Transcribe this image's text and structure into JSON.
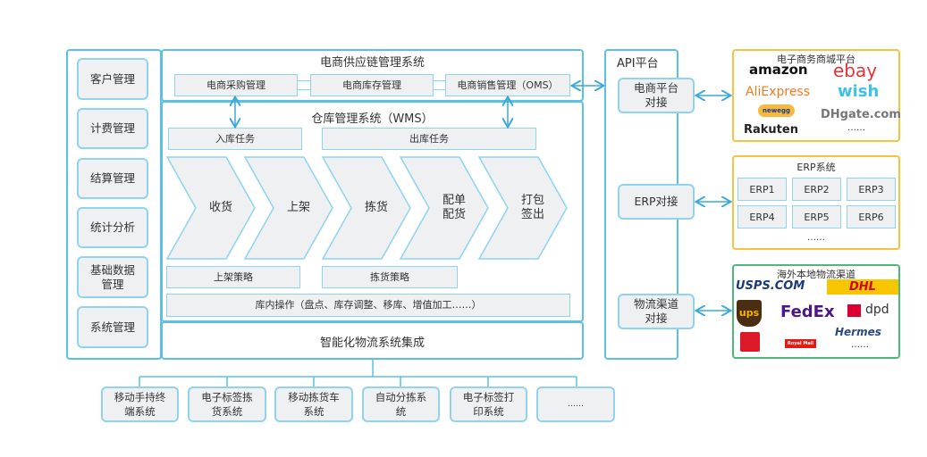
{
  "left_modules": [
    "客户管理",
    "计费管理",
    "结算管理",
    "统计分析",
    "基础数据\n管理",
    "系统管理"
  ],
  "scm": {
    "title": "电商供应链管理系统",
    "modules": [
      "电商采购管理",
      "电商库存管理",
      "电商销售管理（OMS）"
    ]
  },
  "wms": {
    "title": "仓库管理系统（WMS）",
    "inbound": "入库任务",
    "outbound": "出库任务",
    "steps": [
      "收货",
      "上架",
      "拣货",
      "配单\n配货",
      "打包\n签出"
    ],
    "putaway_strategy": "上架策略",
    "picking_strategy": "拣货策略",
    "internal_ops": "库内操作（盘点、库存调整、移库、增值加工……）"
  },
  "integration": {
    "title": "智能化物流系统集成",
    "systems": [
      "移动手持终\n端系统",
      "电子标签拣\n货系统",
      "移动拣货车\n系统",
      "自动分拣系\n统",
      "电子标签打\n印系统",
      "……"
    ]
  },
  "api": {
    "title": "API平台",
    "items": [
      "电商平台\n对接",
      "ERP对接",
      "物流渠道\n对接"
    ]
  },
  "ecommerce": {
    "title": "电子商务商城平台",
    "logos": [
      "amazon",
      "ebay",
      "AliExpress",
      "wish",
      "newegg",
      "DHgate.com",
      "Rakuten",
      "……"
    ]
  },
  "erp": {
    "title": "ERP系统",
    "items": [
      "ERP1",
      "ERP2",
      "ERP3",
      "ERP4",
      "ERP5",
      "ERP6"
    ],
    "more": "……"
  },
  "logistics": {
    "title": "海外本地物流渠道",
    "logos": [
      "USPS.COM",
      "DHL",
      "ups",
      "FedEx",
      "dpd",
      "Hermes",
      "Royal Mail",
      "……"
    ]
  },
  "colors": {
    "frame": "#5bc0e8",
    "ecommerce_border": "#f5c342",
    "erp_border": "#f5c342",
    "logistics_border": "#4cb87a"
  }
}
